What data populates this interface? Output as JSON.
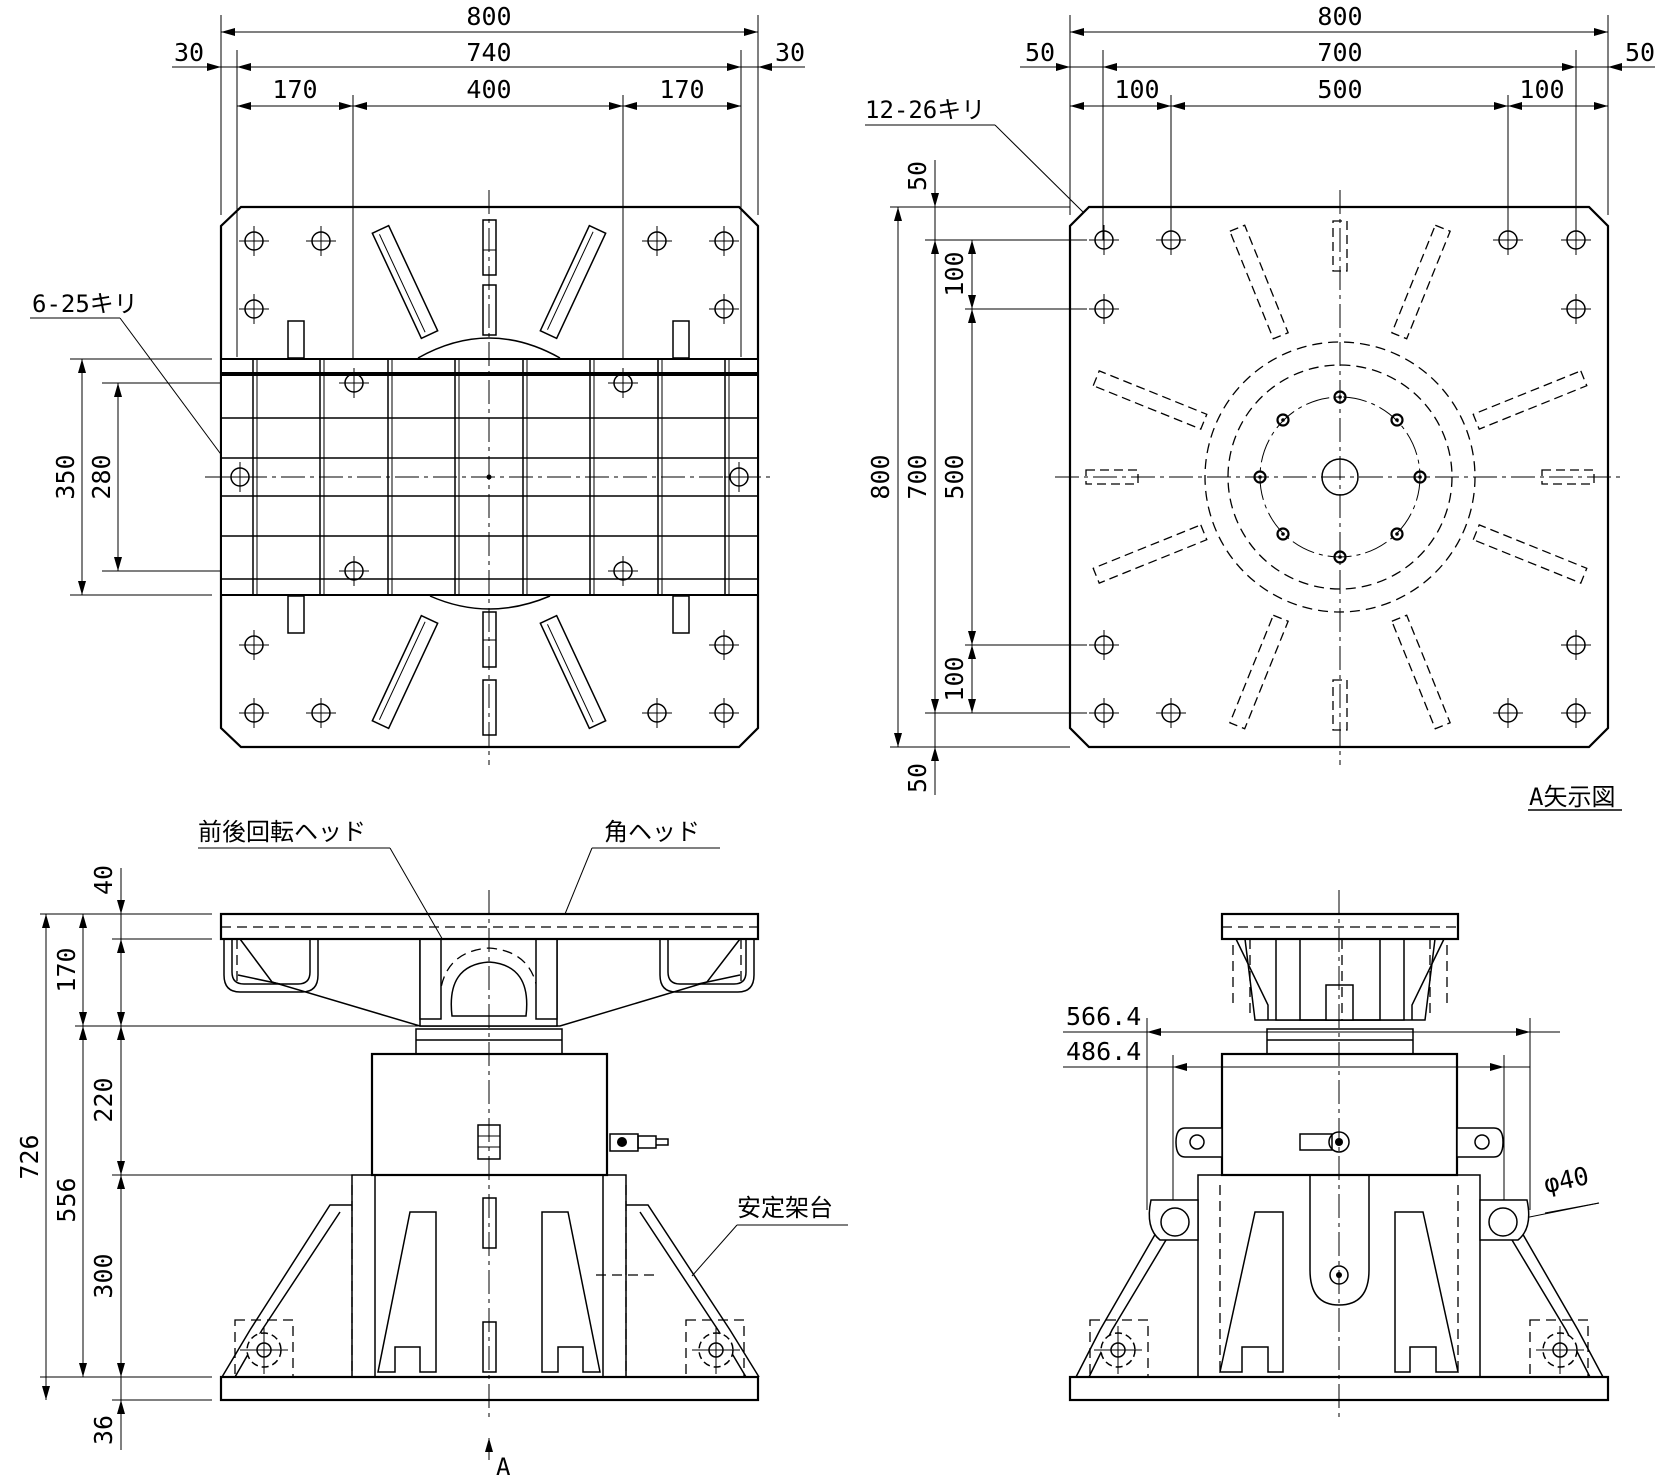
{
  "top_view": {
    "dims": {
      "overall": "800",
      "inner": "740",
      "side_left": "30",
      "side_right": "30",
      "bay_left": "170",
      "bay_center": "400",
      "bay_right": "170",
      "height_outer": "350",
      "height_inner": "280"
    },
    "hole_note": "6-25キリ"
  },
  "arrow_view": {
    "dims": {
      "overall": "800",
      "inner": "700",
      "side_left": "50",
      "side_right": "50",
      "pitch_left": "100",
      "pitch_center": "500",
      "pitch_right": "100",
      "v_overall": "800",
      "v_inner": "700",
      "v_center": "500",
      "v_top_pitch": "100",
      "v_bottom_pitch": "100",
      "v_top_margin": "50",
      "v_bottom_margin": "50"
    },
    "hole_note": "12-26キリ",
    "title": "A矢示図"
  },
  "front_view": {
    "labels": {
      "rotating_head": "前後回転ヘッド",
      "square_head": "角ヘッド",
      "stand": "安定架台",
      "view_arrow": "A"
    },
    "dims": {
      "head_plate": "40",
      "head_height": "170",
      "cylinder": "220",
      "stand": "300",
      "subtotal": "556",
      "total": "726",
      "base": "36"
    }
  },
  "side_view": {
    "dims": {
      "outer_span": "566.4",
      "inner_span": "486.4",
      "pin_dia": "φ40"
    }
  }
}
